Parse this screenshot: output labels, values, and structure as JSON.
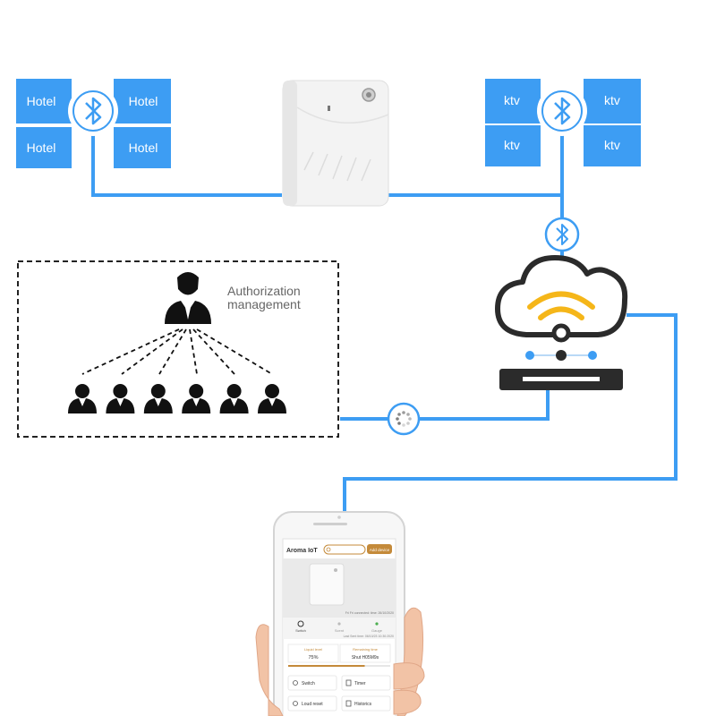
{
  "colors": {
    "accent": "#3d9df3",
    "tile": "#3d9df3",
    "wifi": "#f5b619",
    "dark": "#2b2b2b",
    "gold": "#c48a3a"
  },
  "hotel_group": {
    "tiles": [
      "Hotel",
      "Hotel",
      "Hotel",
      "Hotel"
    ],
    "icon": "bluetooth-icon"
  },
  "ktv_group": {
    "tiles": [
      "ktv",
      "ktv",
      "ktv",
      "ktv"
    ],
    "icon": "bluetooth-icon"
  },
  "authorization": {
    "label_line1": "Authorization",
    "label_line2": "management",
    "manager_icon": "manager-person-icon",
    "user_count": 6,
    "user_icon": "user-person-icon"
  },
  "app": {
    "title": "Aroma IoT",
    "button": "Add device",
    "status": "Fri  Fri connected: time: 26/10/2020",
    "tabs": [
      "Switch",
      "Scent",
      "Gauge"
    ],
    "last_sent": "Last Sent time: 06/10/23 10:30:2020",
    "oil_label": "Liquid level",
    "oil_value": "75%",
    "remaining_label": "Remaining time",
    "remaining_value": "Shut H05M9s",
    "oil_level": 0.75,
    "menu": [
      "Switch",
      "Timer",
      "Loud reset",
      "Historics"
    ]
  }
}
